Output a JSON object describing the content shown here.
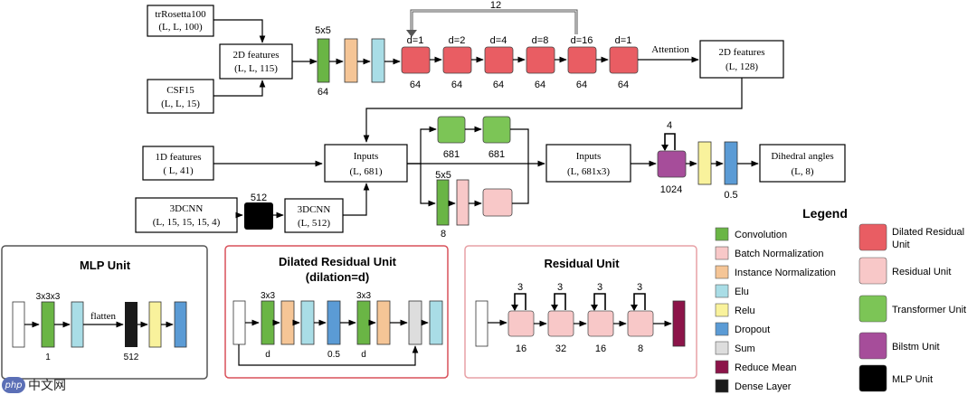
{
  "inputs": {
    "trrosetta": {
      "name": "trRosetta100",
      "shape": "(L, L, 100)"
    },
    "csf": {
      "name": "CSF15",
      "shape": "(L, L, 15)"
    },
    "features2d": {
      "name": "2D features",
      "shape": "(L, L, 115)"
    },
    "features1d": {
      "name": "1D features",
      "shape": "( L, 41)"
    },
    "cnn3d_in": {
      "name": "3DCNN",
      "shape": "(L, 15, 15, 15, 4)"
    },
    "cnn3d_out": {
      "name": "3DCNN",
      "shape": "(L, 512)"
    }
  },
  "top_row": {
    "conv_kernel": "5x5",
    "conv_channels": "64",
    "dilations": [
      "d=1",
      "d=2",
      "d=4",
      "d=8",
      "d=16",
      "d=1"
    ],
    "channels": [
      "64",
      "64",
      "64",
      "64",
      "64",
      "64"
    ],
    "repeat": "12",
    "attention": "Attention",
    "output": {
      "name": "2D features",
      "shape": "(L, 128)"
    }
  },
  "middle": {
    "inputs": {
      "name": "Inputs",
      "shape": "(L, 681)"
    },
    "mlp_dim": "512",
    "transformer_dims": [
      "681",
      "681"
    ],
    "res_kernel": "5x5",
    "res_channels": "8",
    "concat": {
      "name": "Inputs",
      "shape": "(L, 681x3)"
    },
    "bilstm_repeat": "4",
    "bilstm_dim": "1024",
    "dropout": "0.5",
    "output": {
      "name": "Dihedral angles",
      "shape": "(L, 8)"
    }
  },
  "mlp_unit": {
    "title": "MLP Unit",
    "kernel": "3x3x3",
    "channels": "1",
    "flatten": "flatten",
    "dense": "512"
  },
  "dilated_unit": {
    "title_line1": "Dilated Residual Unit",
    "title_line2": "(dilation=d)",
    "kernel1": "3x3",
    "dilation1": "d",
    "dropout": "0.5",
    "kernel2": "3x3",
    "dilation2": "d"
  },
  "residual_unit": {
    "title": "Residual Unit",
    "repeats": [
      "3",
      "3",
      "3",
      "3"
    ],
    "channels": [
      "16",
      "32",
      "16",
      "8"
    ]
  },
  "legend": {
    "title": "Legend",
    "left": [
      {
        "label": "Convolution",
        "color": "#6ab545"
      },
      {
        "label": "Batch Normalization",
        "color": "#f8c8c8"
      },
      {
        "label": "Instance Normalization",
        "color": "#f5c596"
      },
      {
        "label": "Elu",
        "color": "#a9dde6"
      },
      {
        "label": "Relu",
        "color": "#f9f29c"
      },
      {
        "label": "Dropout",
        "color": "#5b9bd5"
      },
      {
        "label": "Sum",
        "color": "#dddddd"
      },
      {
        "label": "Reduce Mean",
        "color": "#8c1449"
      },
      {
        "label": "Dense Layer",
        "color": "#1a1a1a"
      }
    ],
    "right": [
      {
        "label_line1": "Dilated Residual",
        "label_line2": "Unit",
        "color": "#e95d63"
      },
      {
        "label_line1": "Residual Unit",
        "label_line2": "",
        "color": "#f8c8c8"
      },
      {
        "label_line1": "Transformer Unit",
        "label_line2": "",
        "color": "#7cc556"
      },
      {
        "label_line1": "Bilstm Unit",
        "label_line2": "",
        "color": "#a64d9a"
      },
      {
        "label_line1": "MLP Unit",
        "label_line2": "",
        "color": "#000000"
      }
    ]
  },
  "colors": {
    "dilated": "#e95d63",
    "transformer": "#7cc556",
    "residual_outline": "#e7a0a5",
    "dilated_outline": "#d9505a",
    "bilstm": "#a64d9a"
  },
  "watermark": {
    "logo": "php",
    "text": "中文网"
  }
}
